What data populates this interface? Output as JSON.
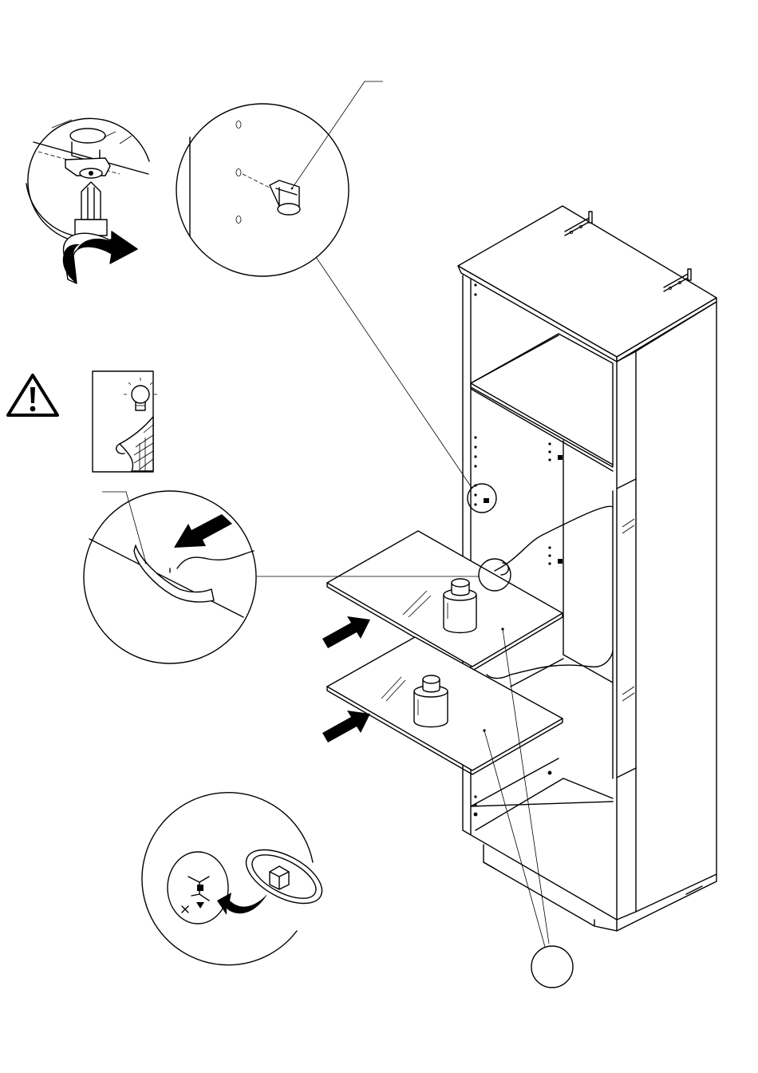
{
  "page": {
    "background": "#ffffff",
    "ink": "#000000"
  },
  "icons": {
    "warning": "warning-triangle-icon",
    "leaflet": "instruction-leaflet-icon",
    "lightbulb": "lightbulb-icon",
    "screwdriver": "screwdriver-icon",
    "rotate": "rotate-arrow-icon",
    "push_arrow": "push-arrow-icon",
    "weight": "weight-icon",
    "shelf_support": "shelf-support-icon",
    "cable": "cable-icon"
  },
  "parts": {
    "cabinet": "tall-display-cabinet",
    "shelves": [
      "glass-shelf",
      "glass-shelf"
    ],
    "callouts": [
      "screw-detail",
      "shelf-pin-detail",
      "cable-notch-detail",
      "cable-clip-detail",
      "part-reference"
    ]
  }
}
